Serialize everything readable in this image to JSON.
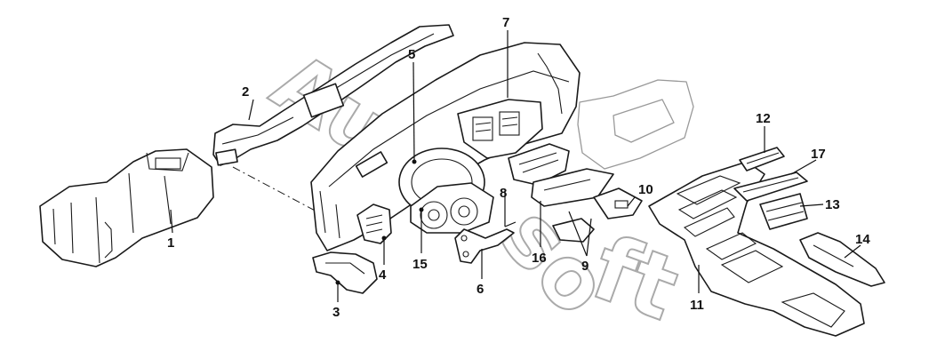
{
  "diagram": {
    "callouts": [
      {
        "id": "1",
        "label": "1"
      },
      {
        "id": "2",
        "label": "2"
      },
      {
        "id": "3",
        "label": "3"
      },
      {
        "id": "4",
        "label": "4"
      },
      {
        "id": "5",
        "label": "5"
      },
      {
        "id": "6",
        "label": "6"
      },
      {
        "id": "7",
        "label": "7"
      },
      {
        "id": "8",
        "label": "8"
      },
      {
        "id": "9",
        "label": "9"
      },
      {
        "id": "10",
        "label": "10"
      },
      {
        "id": "11",
        "label": "11"
      },
      {
        "id": "12",
        "label": "12"
      },
      {
        "id": "13",
        "label": "13"
      },
      {
        "id": "14",
        "label": "14"
      },
      {
        "id": "15",
        "label": "15"
      },
      {
        "id": "16",
        "label": "16"
      },
      {
        "id": "17",
        "label": "17"
      }
    ]
  },
  "watermark": {
    "text": "Autosoft"
  }
}
